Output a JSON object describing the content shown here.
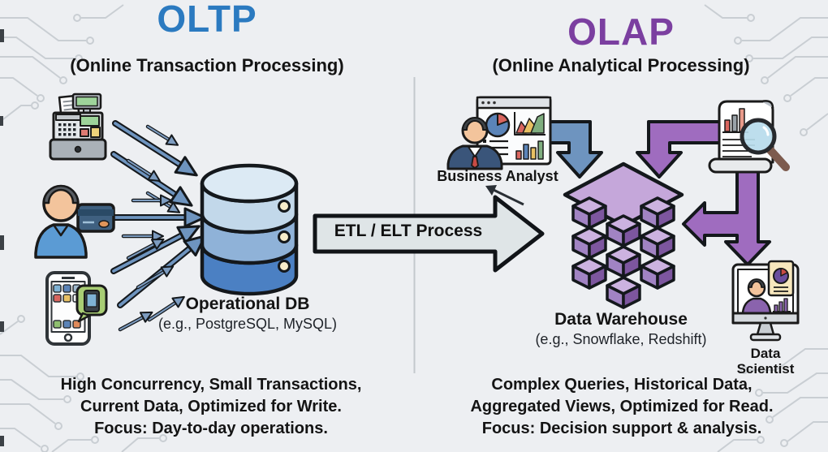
{
  "left": {
    "title": "OLTP",
    "subtitle": "(Online Transaction Processing)",
    "db": {
      "label": "Operational DB",
      "examples": "(e.g., PostgreSQL, MySQL)"
    },
    "notes": [
      "High Concurrency, Small Transactions,",
      "Current Data, Optimized for Write.",
      "Focus: Day-to-day operations."
    ]
  },
  "center": {
    "arrow_label": "ETL / ELT Process"
  },
  "right": {
    "title": "OLAP",
    "subtitle": "(Online Analytical Processing)",
    "analyst_label": "Business Analyst",
    "warehouse": {
      "label": "Data Warehouse",
      "examples": "(e.g., Snowflake, Redshift)"
    },
    "scientist_label": [
      "Data",
      "Scientist"
    ],
    "notes": [
      "Complex Queries, Historical Data,",
      "Aggregated Views, Optimized for Read.",
      "Focus: Decision support & analysis."
    ]
  },
  "icons": {
    "left_sources": [
      "cash-register-icon",
      "customer-payment-icon",
      "mobile-app-icon"
    ],
    "left_target": "database-cylinder-icon",
    "flow": "flow-arrows-icon",
    "etl": "etl-process-arrow-icon",
    "right_actors": [
      "business-analyst-icon",
      "report-magnifier-icon",
      "data-scientist-icon"
    ],
    "right_target": "data-warehouse-cube-icon"
  },
  "colors": {
    "background": "#edeff2",
    "oltp_accent": "#2b7ac0",
    "olap_accent": "#7b3fa0",
    "flow_arrow_blue": "#6e94bf",
    "flow_arrow_purple": "#9f6cbf",
    "etl_arrow_fill": "#dfe5e7",
    "db_top": "#c2d8ea",
    "db_mid": "#8fb2d8",
    "db_bottom": "#4b80c3",
    "warehouse_top": "#ccb2e0",
    "warehouse_left": "#a183c3",
    "warehouse_right": "#7d569f",
    "text": "#1a1a1a"
  }
}
